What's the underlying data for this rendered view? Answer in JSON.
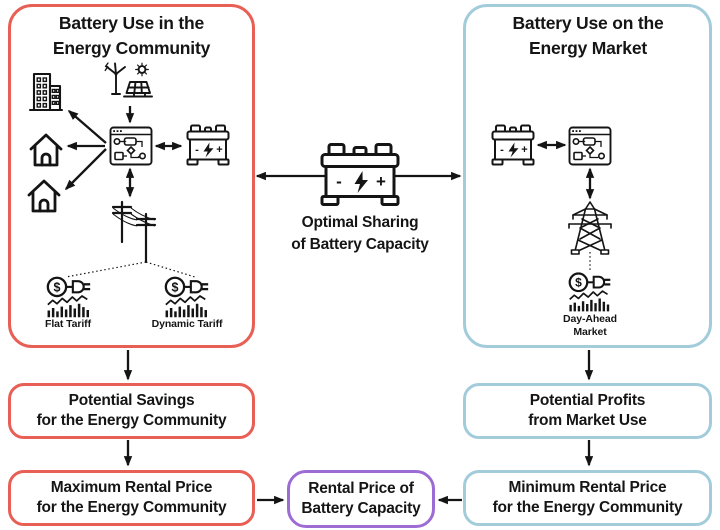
{
  "colors": {
    "community_accent": "#e85f55",
    "market_accent": "#a3ccdb",
    "rental_accent": "#9c6bd4",
    "ink": "#151515"
  },
  "community_panel": {
    "title_line1": "Battery Use in the",
    "title_line2": "Energy Community",
    "flat_tariff_label": "Flat Tariff",
    "dynamic_tariff_label": "Dynamic Tariff"
  },
  "market_panel": {
    "title_line1": "Battery Use on the",
    "title_line2": "Energy Market",
    "day_ahead_line1": "Day-Ahead",
    "day_ahead_line2": "Market"
  },
  "center": {
    "caption_line1": "Optimal Sharing",
    "caption_line2": "of Battery Capacity"
  },
  "outcomes": {
    "savings": {
      "line1": "Potential Savings",
      "line2": "for the Energy Community"
    },
    "max_rent": {
      "line1": "Maximum Rental Price",
      "line2": "for the Energy Community"
    },
    "rental": {
      "line1": "Rental Price of",
      "line2": "Battery Capacity"
    },
    "profits": {
      "line1": "Potential Profits",
      "line2": "from Market Use"
    },
    "min_rent": {
      "line1": "Minimum Rental Price",
      "line2": "for the Energy Community"
    }
  },
  "icon_glyphs": {
    "dollar": "$",
    "plus": "+",
    "minus": "-"
  }
}
